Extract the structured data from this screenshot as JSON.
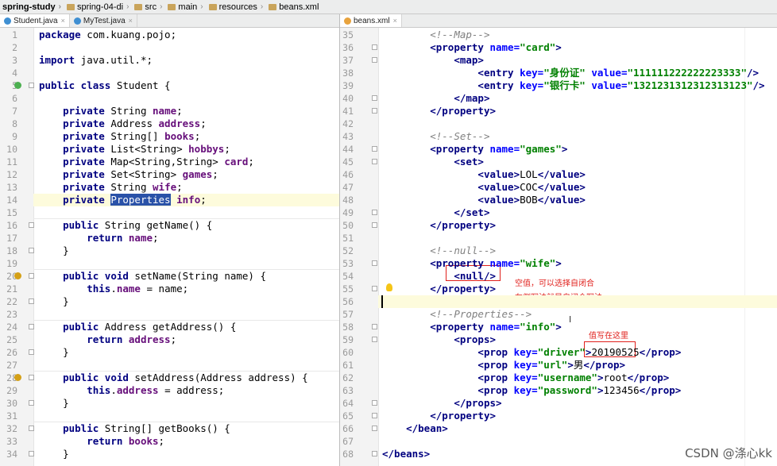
{
  "breadcrumb": [
    "spring-study",
    "spring-04-di",
    "src",
    "main",
    "resources",
    "beans.xml"
  ],
  "left_tabs": [
    {
      "label": "Student.java",
      "active": true,
      "icon": "java-class-icon"
    },
    {
      "label": "MyTest.java",
      "active": false,
      "icon": "java-class-icon"
    }
  ],
  "right_tabs": [
    {
      "label": "beans.xml",
      "active": true,
      "icon": "xml-file-icon"
    }
  ],
  "left_lines": [
    {
      "n": "1",
      "html": "<span class=\"kw\">package</span> com.kuang.pojo;"
    },
    {
      "n": "2",
      "html": ""
    },
    {
      "n": "3",
      "html": "<span class=\"kw\">import</span> java.util.*;"
    },
    {
      "n": "4",
      "html": ""
    },
    {
      "n": "5",
      "html": "<span class=\"kw\">public class</span> Student {"
    },
    {
      "n": "6",
      "html": ""
    },
    {
      "n": "7",
      "html": "    <span class=\"kw\">private</span> String <span class=\"fld\">name</span>;"
    },
    {
      "n": "8",
      "html": "    <span class=\"kw\">private</span> Address <span class=\"fld\">address</span>;"
    },
    {
      "n": "9",
      "html": "    <span class=\"kw\">private</span> String[] <span class=\"fld\">books</span>;"
    },
    {
      "n": "10",
      "html": "    <span class=\"kw\">private</span> List&lt;String&gt; <span class=\"fld\">hobbys</span>;"
    },
    {
      "n": "11",
      "html": "    <span class=\"kw\">private</span> Map&lt;String,String&gt; <span class=\"fld\">card</span>;"
    },
    {
      "n": "12",
      "html": "    <span class=\"kw\">private</span> Set&lt;String&gt; <span class=\"fld\">games</span>;"
    },
    {
      "n": "13",
      "html": "    <span class=\"kw\">private</span> String <span class=\"fld\">wife</span>;"
    },
    {
      "n": "14",
      "html": "    <span class=\"kw\">private</span> <span class=\"sel\">Properties</span> <span class=\"fld\">info</span>;"
    },
    {
      "n": "15",
      "html": ""
    },
    {
      "n": "16",
      "html": "    <span class=\"kw\">public</span> String getName() {"
    },
    {
      "n": "17",
      "html": "        <span class=\"kw\">return</span> <span class=\"fld\">name</span>;"
    },
    {
      "n": "18",
      "html": "    }"
    },
    {
      "n": "19",
      "html": ""
    },
    {
      "n": "20",
      "html": "    <span class=\"kw\">public void</span> setName(String name) {"
    },
    {
      "n": "21",
      "html": "        <span class=\"kw\">this</span>.<span class=\"fld\">name</span> = name;"
    },
    {
      "n": "22",
      "html": "    }"
    },
    {
      "n": "23",
      "html": ""
    },
    {
      "n": "24",
      "html": "    <span class=\"kw\">public</span> Address getAddress() {"
    },
    {
      "n": "25",
      "html": "        <span class=\"kw\">return</span> <span class=\"fld\">address</span>;"
    },
    {
      "n": "26",
      "html": "    }"
    },
    {
      "n": "27",
      "html": ""
    },
    {
      "n": "28",
      "html": "    <span class=\"kw\">public void</span> setAddress(Address address) {"
    },
    {
      "n": "29",
      "html": "        <span class=\"kw\">this</span>.<span class=\"fld\">address</span> = address;"
    },
    {
      "n": "30",
      "html": "    }"
    },
    {
      "n": "31",
      "html": ""
    },
    {
      "n": "32",
      "html": "    <span class=\"kw\">public</span> String[] getBooks() {"
    },
    {
      "n": "33",
      "html": "        <span class=\"kw\">return</span> <span class=\"fld\">books</span>;"
    },
    {
      "n": "34",
      "html": "    }"
    }
  ],
  "right_lines": [
    {
      "n": "35",
      "html": "        <span class=\"cmt\">&lt;!--Map--&gt;</span>"
    },
    {
      "n": "36",
      "html": "        <span class=\"tag\">&lt;property</span> <span class=\"attr\">name=</span><span class=\"val\">\"card\"</span><span class=\"tag\">&gt;</span>"
    },
    {
      "n": "37",
      "html": "            <span class=\"tag\">&lt;map&gt;</span>"
    },
    {
      "n": "38",
      "html": "                <span class=\"tag\">&lt;entry</span> <span class=\"attr\">key=</span><span class=\"val\">\"身份证\"</span> <span class=\"attr\">value=</span><span class=\"val\">\"111111222222223333\"</span><span class=\"tag\">/&gt;</span>"
    },
    {
      "n": "39",
      "html": "                <span class=\"tag\">&lt;entry</span> <span class=\"attr\">key=</span><span class=\"val\">\"银行卡\"</span> <span class=\"attr\">value=</span><span class=\"val\">\"1321231312312313123\"</span><span class=\"tag\">/&gt;</span>"
    },
    {
      "n": "40",
      "html": "            <span class=\"tag\">&lt;/map&gt;</span>"
    },
    {
      "n": "41",
      "html": "        <span class=\"tag\">&lt;/property&gt;</span>"
    },
    {
      "n": "42",
      "html": ""
    },
    {
      "n": "43",
      "html": "        <span class=\"cmt\">&lt;!--Set--&gt;</span>"
    },
    {
      "n": "44",
      "html": "        <span class=\"tag\">&lt;property</span> <span class=\"attr\">name=</span><span class=\"val\">\"games\"</span><span class=\"tag\">&gt;</span>"
    },
    {
      "n": "45",
      "html": "            <span class=\"tag\">&lt;set&gt;</span>"
    },
    {
      "n": "46",
      "html": "                <span class=\"tag\">&lt;value&gt;</span>LOL<span class=\"tag\">&lt;/value&gt;</span>"
    },
    {
      "n": "47",
      "html": "                <span class=\"tag\">&lt;value&gt;</span>COC<span class=\"tag\">&lt;/value&gt;</span>"
    },
    {
      "n": "48",
      "html": "                <span class=\"tag\">&lt;value&gt;</span>BOB<span class=\"tag\">&lt;/value&gt;</span>"
    },
    {
      "n": "49",
      "html": "            <span class=\"tag\">&lt;/set&gt;</span>"
    },
    {
      "n": "50",
      "html": "        <span class=\"tag\">&lt;/property&gt;</span>"
    },
    {
      "n": "51",
      "html": ""
    },
    {
      "n": "52",
      "html": "        <span class=\"cmt\">&lt;!--null--&gt;</span>"
    },
    {
      "n": "53",
      "html": "        <span class=\"tag\">&lt;property</span> <span class=\"attr\">name=</span><span class=\"val\">\"wife\"</span><span class=\"tag\">&gt;</span>"
    },
    {
      "n": "54",
      "html": "            <span class=\"tag\">&lt;null/&gt;</span>"
    },
    {
      "n": "55",
      "html": "        <span class=\"tag\">&lt;/property&gt;</span>"
    },
    {
      "n": "56",
      "html": ""
    },
    {
      "n": "57",
      "html": "        <span class=\"cmt\">&lt;!--Properties--&gt;</span>"
    },
    {
      "n": "58",
      "html": "        <span class=\"tag\">&lt;property</span> <span class=\"attr\">name=</span><span class=\"val\">\"info\"</span><span class=\"tag\">&gt;</span>"
    },
    {
      "n": "59",
      "html": "            <span class=\"tag\">&lt;props&gt;</span>"
    },
    {
      "n": "60",
      "html": "                <span class=\"tag\">&lt;prop</span> <span class=\"attr\">key=</span><span class=\"val\">\"driver\"</span><span class=\"tag\">&gt;</span>20190525<span class=\"tag\">&lt;/prop&gt;</span>"
    },
    {
      "n": "61",
      "html": "                <span class=\"tag\">&lt;prop</span> <span class=\"attr\">key=</span><span class=\"val\">\"url\"</span><span class=\"tag\">&gt;</span>男<span class=\"tag\">&lt;/prop&gt;</span>"
    },
    {
      "n": "62",
      "html": "                <span class=\"tag\">&lt;prop</span> <span class=\"attr\">key=</span><span class=\"val\">\"username\"</span><span class=\"tag\">&gt;</span>root<span class=\"tag\">&lt;/prop&gt;</span>"
    },
    {
      "n": "63",
      "html": "                <span class=\"tag\">&lt;prop</span> <span class=\"attr\">key=</span><span class=\"val\">\"password\"</span><span class=\"tag\">&gt;</span>123456<span class=\"tag\">&lt;/prop&gt;</span>"
    },
    {
      "n": "64",
      "html": "            <span class=\"tag\">&lt;/props&gt;</span>"
    },
    {
      "n": "65",
      "html": "        <span class=\"tag\">&lt;/property&gt;</span>"
    },
    {
      "n": "66",
      "html": "    <span class=\"tag\">&lt;/bean&gt;</span>"
    },
    {
      "n": "67",
      "html": ""
    },
    {
      "n": "68",
      "html": "<span class=\"tag\">&lt;/beans&gt;</span>"
    }
  ],
  "annotations": {
    "null_note_1": "空值，可以选择自闭合",
    "null_note_2": "左侧写法就是自闭合写法",
    "value_note": "值写在这里"
  },
  "watermark": "CSDN @涤心kk",
  "colors": {
    "keyword": "#000080",
    "field": "#660e7a",
    "xml_value": "#008000",
    "xml_attr": "#0000ff",
    "comment": "#808080",
    "annotation": "#e0201c",
    "selection": "#2a52a8"
  }
}
